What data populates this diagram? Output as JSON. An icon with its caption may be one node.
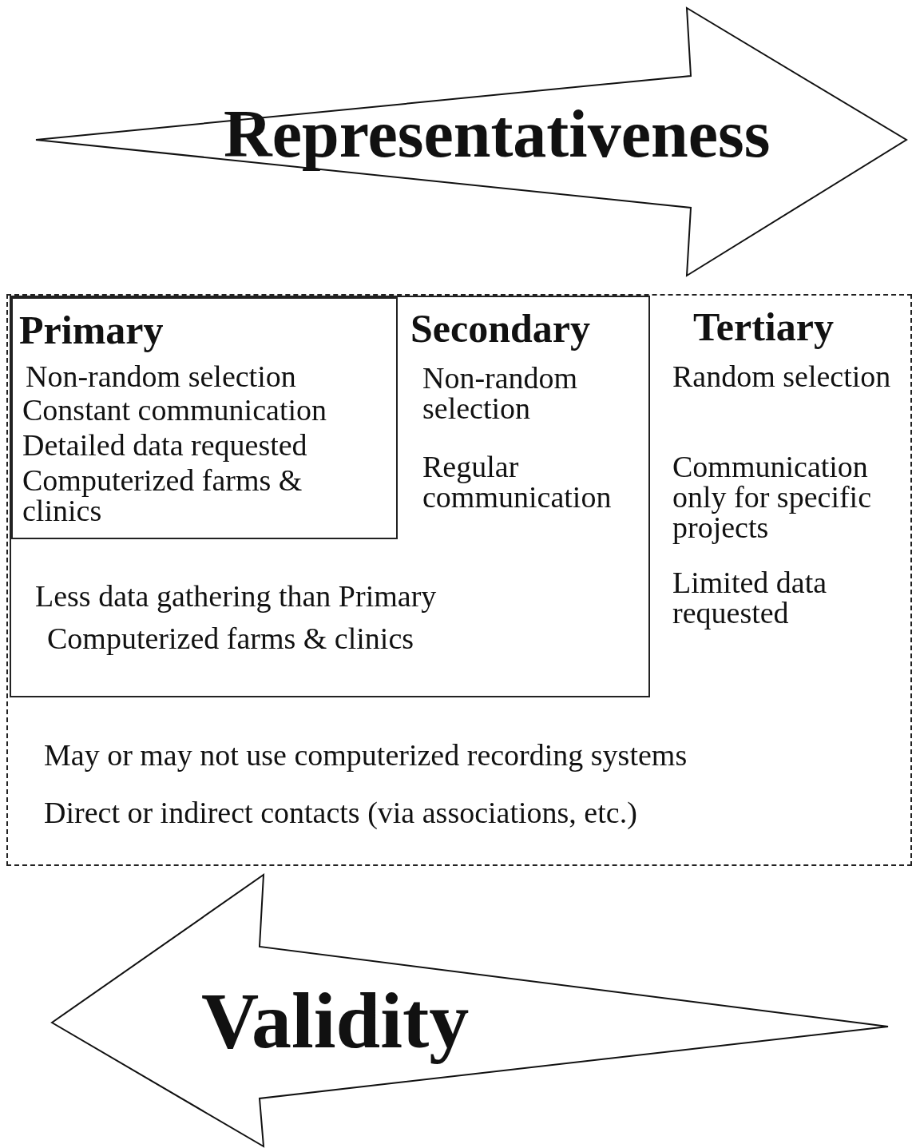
{
  "diagram": {
    "nodes": [
      {
        "text": [
          "Representativeness"
        ]
      },
      {
        "text": [
          "Tertiary",
          "Random selection",
          "Communication only for specific projects",
          "Limited data requested",
          "May or may not use computerized recording systems",
          "Direct or indirect contacts (via associations, etc.)"
        ]
      },
      {
        "text": [
          "Secondary",
          "Non-random selection",
          "Regular communication",
          "Less data gathering than Primary",
          "Computerized farms & clinics"
        ],
        "in": 1
      },
      {
        "text": [
          "Primary",
          "Non-random selection",
          "Constant communication",
          "Detailed data requested",
          "Computerized farms & clinics"
        ],
        "in": 2
      },
      {
        "text": [
          "Validity"
        ]
      }
    ],
    "edges": []
  }
}
